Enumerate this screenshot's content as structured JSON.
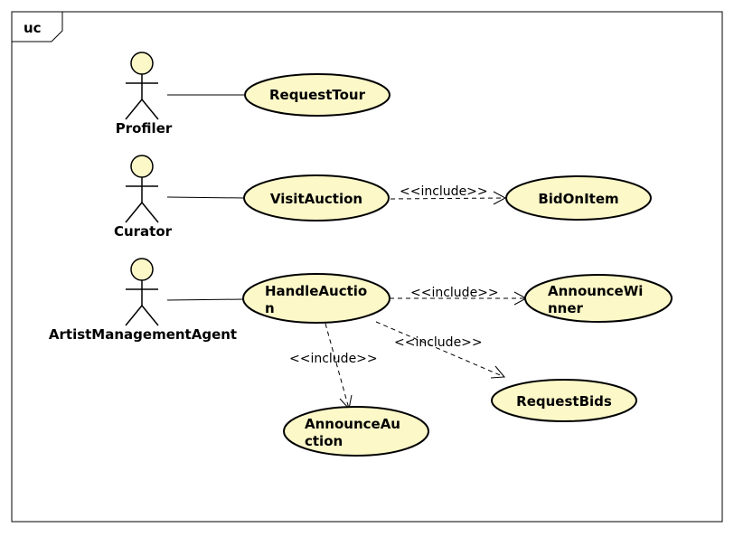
{
  "frame": {
    "label": "uc"
  },
  "colors": {
    "fill": "#fcf8c8",
    "stroke": "#000000",
    "background": "#ffffff"
  },
  "actors": [
    {
      "id": "profiler",
      "label": "Profiler"
    },
    {
      "id": "curator",
      "label": "Curator"
    },
    {
      "id": "artist_agent",
      "label": "ArtistManagementAgent"
    }
  ],
  "use_cases": [
    {
      "id": "request_tour",
      "lines": [
        "RequestTour"
      ]
    },
    {
      "id": "visit_auction",
      "lines": [
        "VisitAuction"
      ]
    },
    {
      "id": "bid_on_item",
      "lines": [
        "BidOnItem"
      ]
    },
    {
      "id": "handle_auction",
      "lines": [
        "HandleAuctio",
        "n"
      ]
    },
    {
      "id": "announce_winner",
      "lines": [
        "AnnounceWi",
        "nner"
      ]
    },
    {
      "id": "request_bids",
      "lines": [
        "RequestBids"
      ]
    },
    {
      "id": "announce_auction",
      "lines": [
        "AnnounceAu",
        "ction"
      ]
    }
  ],
  "associations": [
    {
      "from": "profiler",
      "to": "request_tour"
    },
    {
      "from": "curator",
      "to": "visit_auction"
    },
    {
      "from": "artist_agent",
      "to": "handle_auction"
    }
  ],
  "includes": [
    {
      "from": "visit_auction",
      "to": "bid_on_item",
      "label": "<<include>>"
    },
    {
      "from": "handle_auction",
      "to": "announce_winner",
      "label": "<<include>>"
    },
    {
      "from": "handle_auction",
      "to": "request_bids",
      "label": "<<include>>"
    },
    {
      "from": "handle_auction",
      "to": "announce_auction",
      "label": "<<include>>"
    }
  ]
}
